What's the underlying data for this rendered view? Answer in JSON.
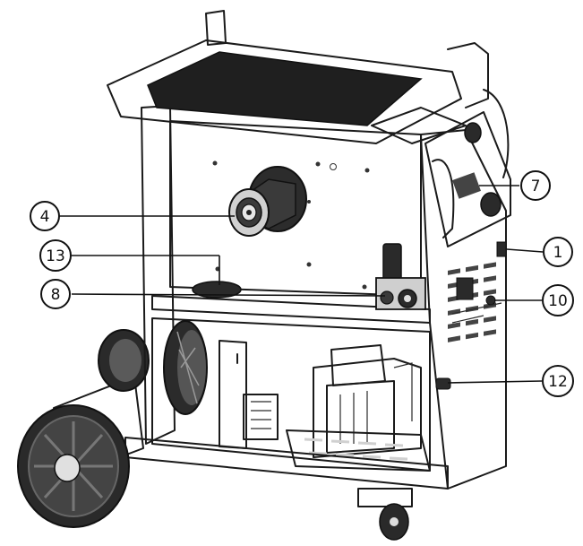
{
  "colors": {
    "line": "#1a1a1a",
    "panel": "#d6d6d6",
    "dark": "#2b2b2b",
    "background": "#ffffff"
  },
  "callouts": [
    {
      "id": "c1",
      "label": "1"
    },
    {
      "id": "c4",
      "label": "4"
    },
    {
      "id": "c7",
      "label": "7"
    },
    {
      "id": "c8",
      "label": "8"
    },
    {
      "id": "c10",
      "label": "10"
    },
    {
      "id": "c12",
      "label": "12"
    },
    {
      "id": "c13",
      "label": "13"
    }
  ]
}
